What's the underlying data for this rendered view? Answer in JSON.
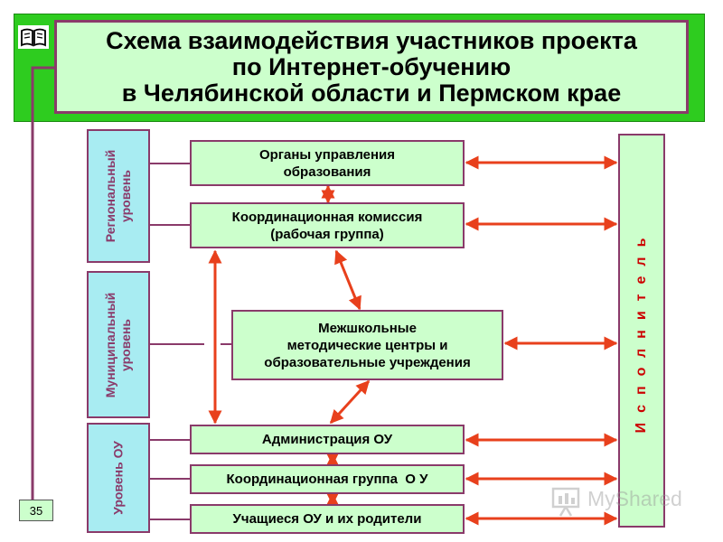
{
  "title": "Схема взаимодействия участников проекта\nпо Интернет-обучению\nв Челябинской области и Пермском крае",
  "levels": {
    "regional": "Региональный\nуровень",
    "municipal": "Муниципальный\nуровень",
    "school": "Уровень ОУ"
  },
  "boxes": {
    "governance": "Органы управления\nобразования",
    "commission": "Координационная комиссия\n(рабочая группа)",
    "centers": "Межшкольные\nметодические центры и\nобразовательные учреждения",
    "administration": "Администрация ОУ",
    "coord_group": "Координационная группа  О У",
    "students": "Учащиеся ОУ и их родители"
  },
  "executor": "Исполнитель",
  "slide_number": "35",
  "watermark": "MyShared",
  "colors": {
    "banner": "#2ecc1f",
    "box_fill": "#ccffcc",
    "level_fill": "#a8ecf2",
    "border": "#8a3a6a",
    "arrow": "#e8401c",
    "executor_text": "#cc0000"
  }
}
